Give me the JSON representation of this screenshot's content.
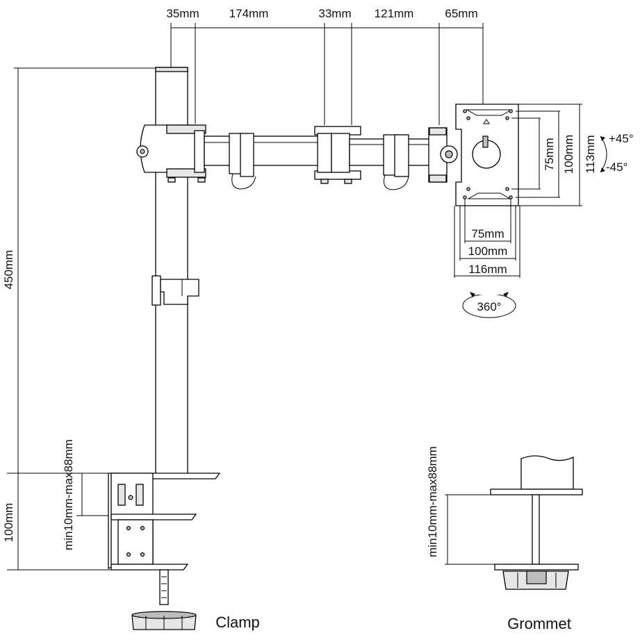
{
  "dimensions": {
    "top": [
      "35mm",
      "174mm",
      "33mm",
      "121mm",
      "65mm"
    ],
    "pole_height": "450mm",
    "base_height": "100mm",
    "clamp_range": "min10mm-max88mm",
    "grommet_range": "min10mm-max88mm",
    "vesa_v": [
      "75mm",
      "100mm",
      "113mm"
    ],
    "vesa_h": [
      "75mm",
      "100mm",
      "116mm"
    ],
    "tilt_up": "+45°",
    "tilt_down": "-45°",
    "rotation": "360°"
  },
  "captions": {
    "clamp": "Clamp",
    "grommet": "Grommet"
  }
}
